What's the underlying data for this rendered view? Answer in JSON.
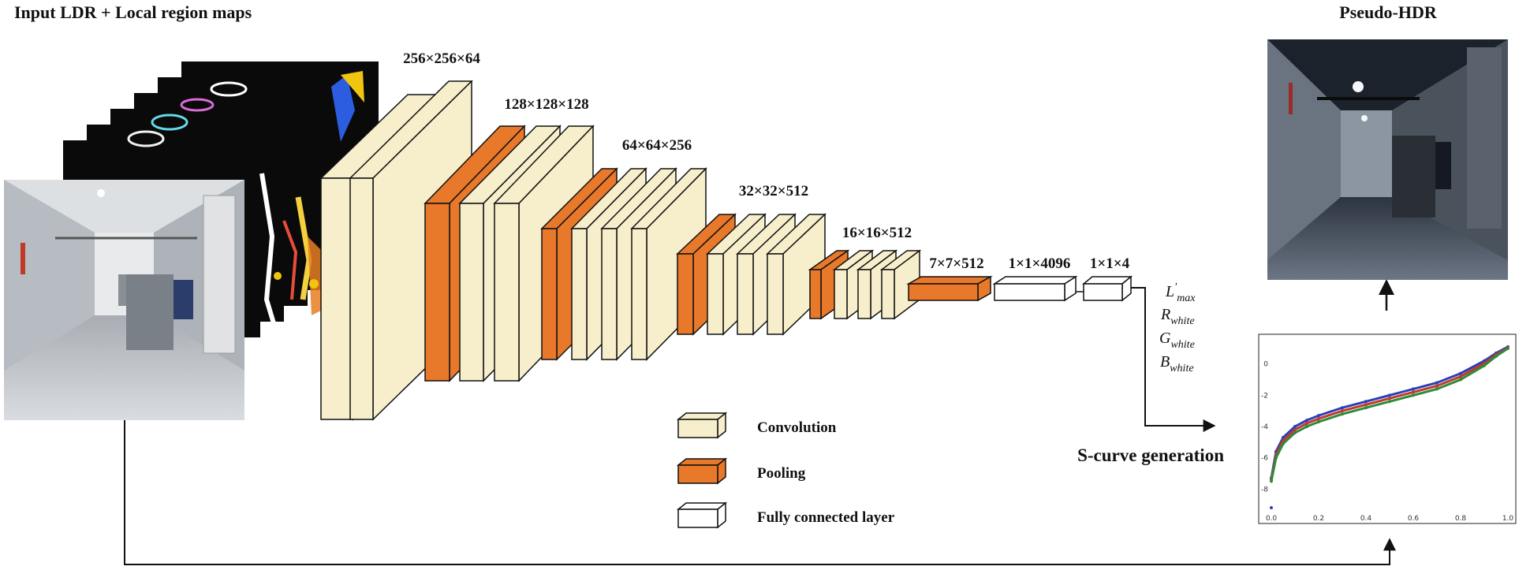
{
  "labels": {
    "input_title": "Input LDR + Local region maps",
    "output_title": "Pseudo-HDR",
    "s_curve_title": "S-curve generation"
  },
  "layers": {
    "conv1": "256×256×64",
    "conv2": "128×128×128",
    "conv3": "64×64×256",
    "conv4": "32×32×512",
    "conv5": "16×16×512",
    "pool5": "7×7×512",
    "fc1": "1×1×4096",
    "fc2": "1×1×4"
  },
  "outputs": {
    "l_base": "L",
    "l_sup": "′",
    "l_sub": "max",
    "r_base": "R",
    "r_sub": "white",
    "g_base": "G",
    "g_sub": "white",
    "b_base": "B",
    "b_sub": "white"
  },
  "legend": {
    "conv": "Convolution",
    "pool": "Pooling",
    "fc": "Fully connected layer"
  },
  "colors": {
    "conv": "#f7eecb",
    "pool": "#e8782a",
    "fc": "#ffffff"
  },
  "chart_data": {
    "type": "scatter",
    "x_ticks": [
      "0.0",
      "0.2",
      "0.4",
      "0.6",
      "0.8",
      "1.0"
    ],
    "y_ticks": [
      "0",
      "-2",
      "-4",
      "-6",
      "-8"
    ],
    "xlim": [
      0,
      1
    ],
    "ylim": [
      -9.5,
      1.5
    ],
    "series": [
      {
        "color": "#2b3fb8",
        "x": [
          0.0,
          0.02,
          0.05,
          0.1,
          0.15,
          0.2,
          0.3,
          0.4,
          0.5,
          0.6,
          0.7,
          0.8,
          0.9,
          0.95,
          1.0
        ],
        "y": [
          -7.3,
          -5.6,
          -4.7,
          -4.0,
          -3.6,
          -3.3,
          -2.8,
          -2.4,
          -2.0,
          -1.6,
          -1.2,
          -0.6,
          0.2,
          0.7,
          1.1
        ]
      },
      {
        "color": "#c0392b",
        "x": [
          0.0,
          0.02,
          0.05,
          0.1,
          0.15,
          0.2,
          0.3,
          0.4,
          0.5,
          0.6,
          0.7,
          0.8,
          0.9,
          0.95,
          1.0
        ],
        "y": [
          -7.4,
          -5.8,
          -4.9,
          -4.2,
          -3.8,
          -3.5,
          -3.0,
          -2.6,
          -2.2,
          -1.8,
          -1.4,
          -0.8,
          0.05,
          0.6,
          1.05
        ]
      },
      {
        "color": "#2e8b3a",
        "x": [
          0.0,
          0.02,
          0.05,
          0.1,
          0.15,
          0.2,
          0.3,
          0.4,
          0.5,
          0.6,
          0.7,
          0.8,
          0.9,
          0.95,
          1.0
        ],
        "y": [
          -7.5,
          -6.0,
          -5.1,
          -4.4,
          -4.0,
          -3.7,
          -3.2,
          -2.8,
          -2.4,
          -2.0,
          -1.6,
          -1.0,
          -0.1,
          0.5,
          1.0
        ]
      }
    ],
    "outlier": {
      "x": 0.0,
      "y": -9.2
    }
  }
}
